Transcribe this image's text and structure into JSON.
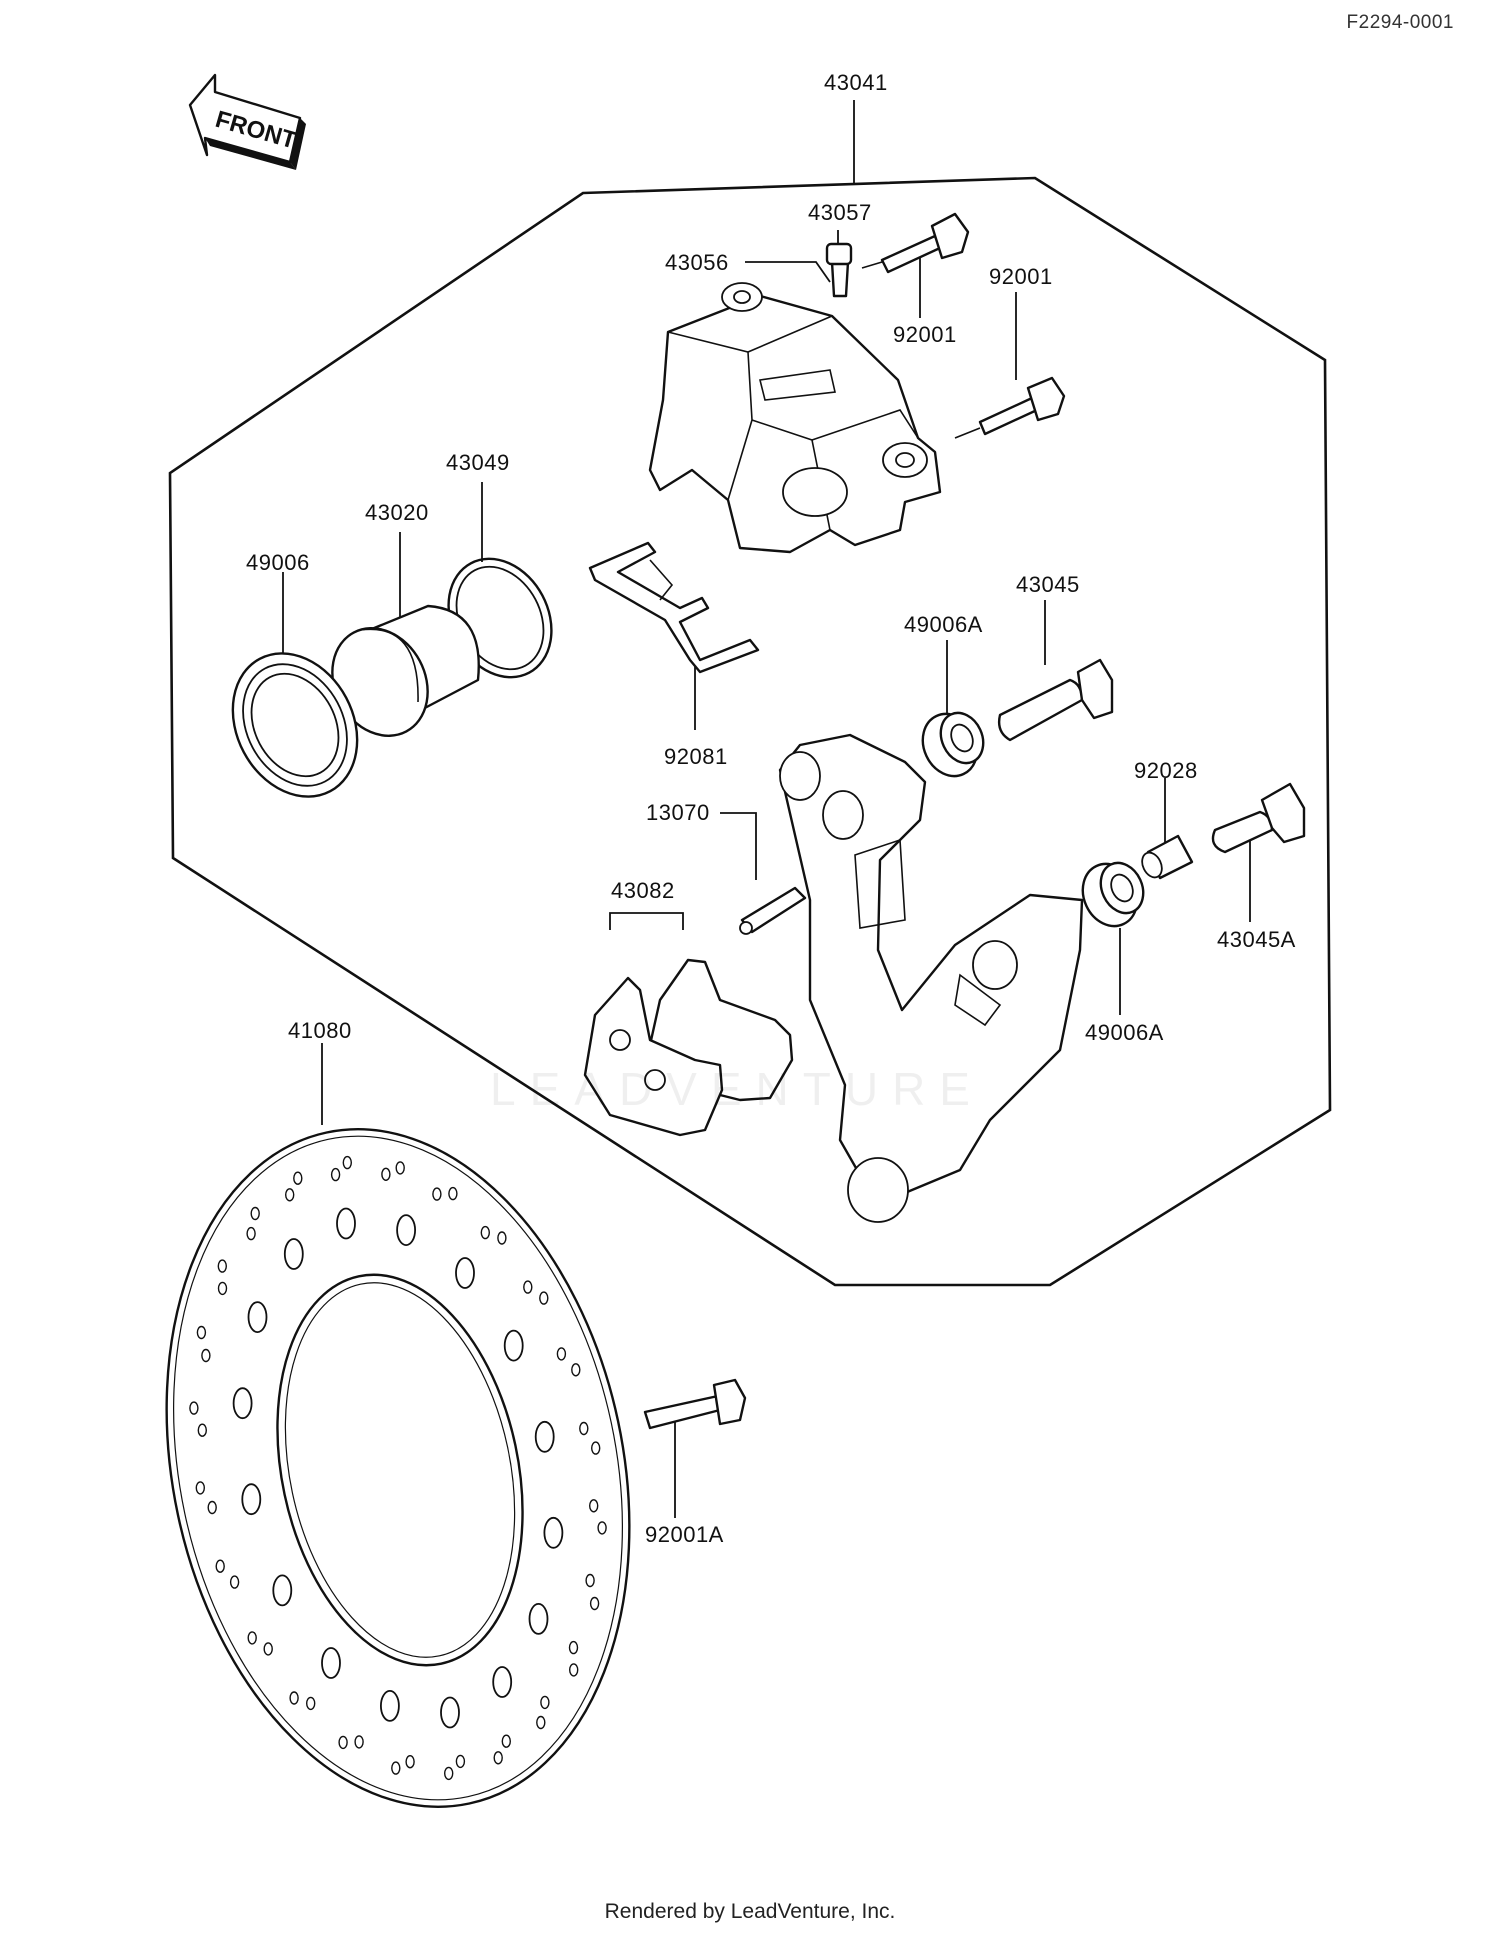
{
  "diagram": {
    "code": "F2294-0001",
    "front_label": "FRONT",
    "watermark": "LEADVENTURE",
    "footer": "Rendered by LeadVenture, Inc.",
    "parts": {
      "p43041": "43041",
      "p43057": "43057",
      "p43056": "43056",
      "p92001_upper": "92001",
      "p92001_lower": "92001",
      "p43049": "43049",
      "p43020": "43020",
      "p49006": "49006",
      "p92081": "92081",
      "p43045": "43045",
      "p49006A_upper": "49006A",
      "p92028": "92028",
      "p13070": "13070",
      "p43082": "43082",
      "p43045A": "43045A",
      "p49006A_lower": "49006A",
      "p41080": "41080",
      "p92001A": "92001A"
    }
  }
}
